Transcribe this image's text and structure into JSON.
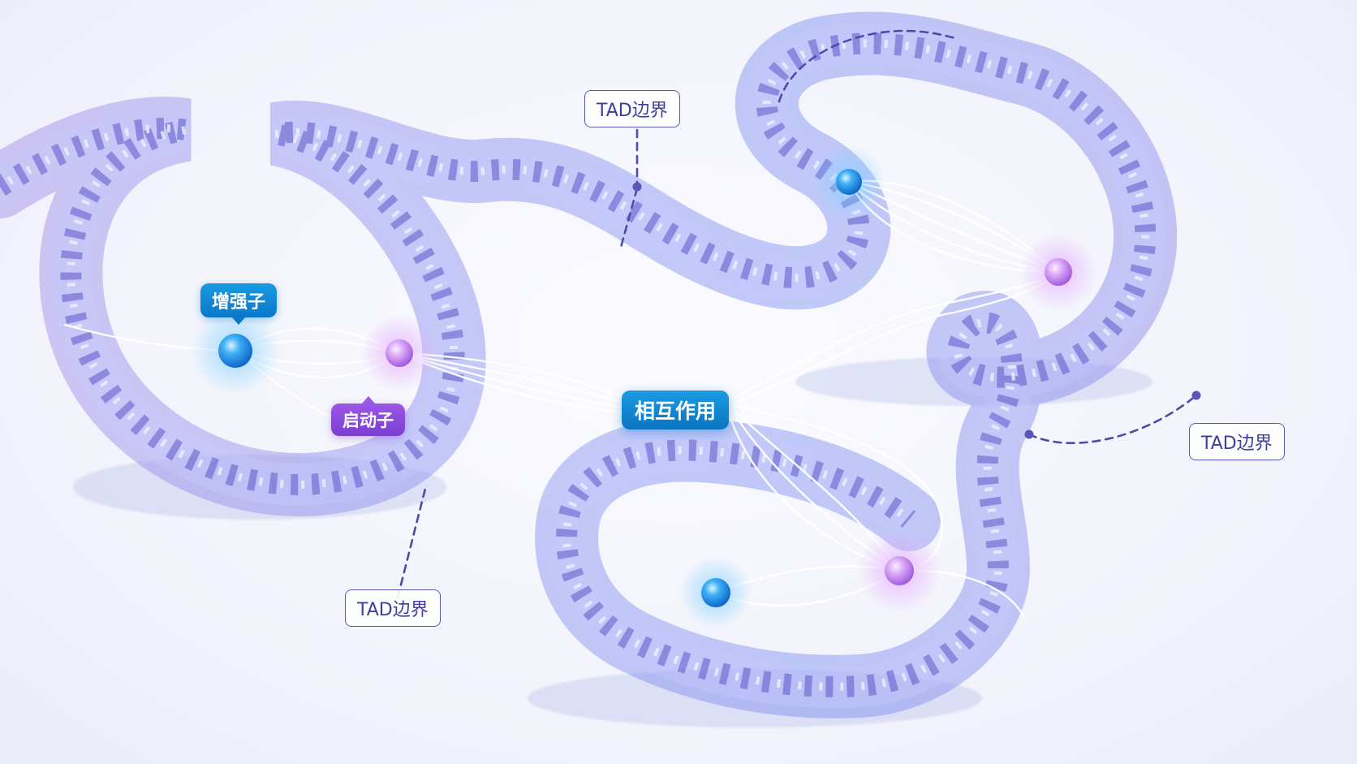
{
  "labels": {
    "enhancer": "增强子",
    "promoter": "启动子",
    "interaction": "相互作用",
    "tad_boundary_top": "TAD边界",
    "tad_boundary_right": "TAD边界",
    "tad_boundary_bottom": "TAD边界"
  },
  "colors": {
    "tube_blue": "#6f86ee",
    "tube_purple": "#9b7ee8",
    "enhancer_node": "#1f8fe6",
    "promoter_node": "#c98ff0",
    "label_blue": "#0a78c8",
    "label_purple": "#8a4ade",
    "tad_border": "#5a56b8",
    "link_line": "#ffffff"
  }
}
